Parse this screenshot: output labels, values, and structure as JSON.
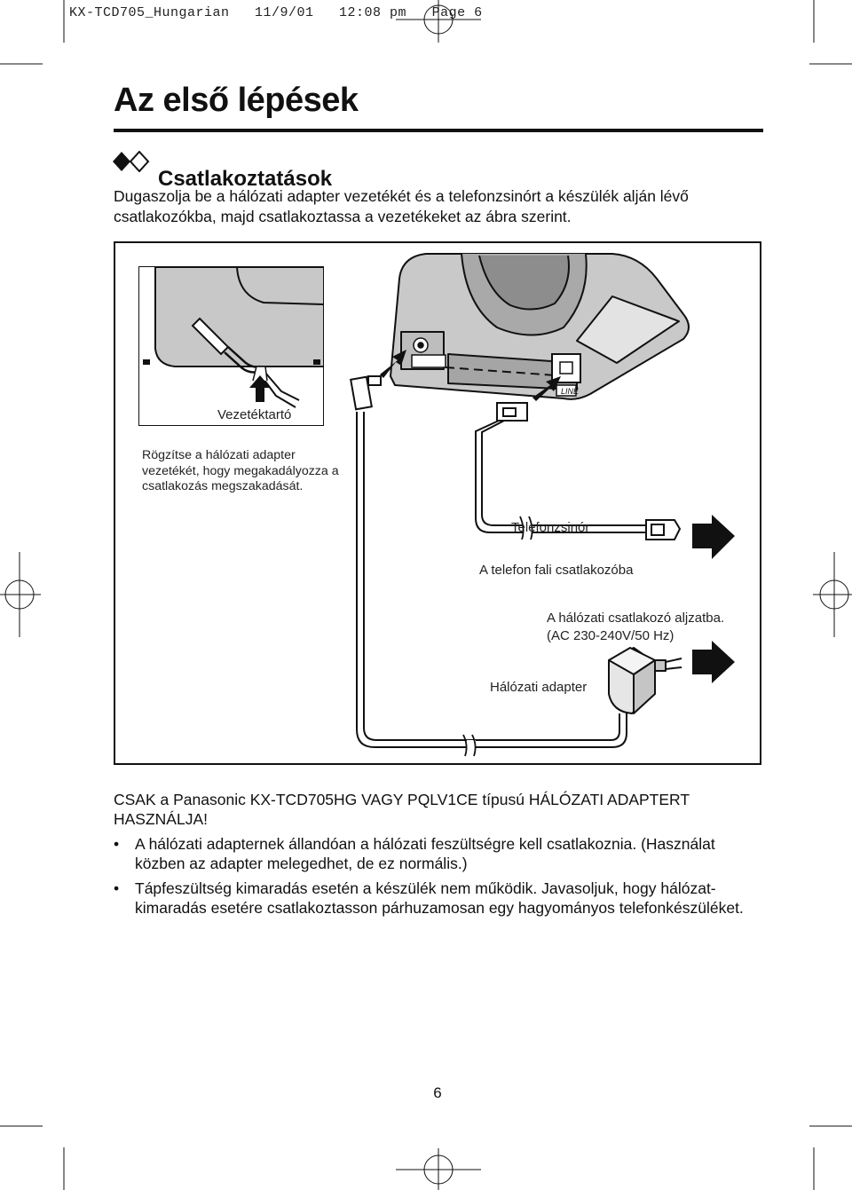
{
  "header": {
    "slug": "KX-TCD705_Hungarian   11/9/01   12:08 pm   Page 6"
  },
  "page": {
    "title": "Az első lépések",
    "number": "6"
  },
  "section": {
    "title": "Csatlakoztatások",
    "intro": "Dugaszolja be a hálózati adapter vezetékét és a telefonzsinórt a készülék alján lévő csatlakozókba, majd csatlakoztassa a vezetékeket az ábra szerint."
  },
  "figure": {
    "inset_label": "Vezetéktartó",
    "inset_text": "Rögzítse a hálózati adapter vezetékét, hogy megakadályozza a csatlakozás megszakadását.",
    "line_label": "LINE",
    "cord_label": "Telefonzsinór",
    "wall_jack_label": "A telefon fali csatlakozóba",
    "outlet_label": "A hálózati csatlakozó aljzatba.",
    "outlet_spec": "(AC 230-240V/50 Hz)",
    "adapter_label": "Hálózati adapter"
  },
  "notes": {
    "warning": "CSAK a Panasonic KX-TCD705HG VAGY PQLV1CE típusú HÁLÓZATI ADAPTERT HASZNÁLJA!",
    "bullet_symbol": "•",
    "items": [
      "A hálózati adapternek állandóan a hálózati feszültségre kell csatlakoznia. (Használat közben az adapter melegedhet, de ez normális.)",
      "Tápfeszültség kimaradás esetén a készülék nem működik. Javasoljuk, hogy hálózat-kimaradás esetére csatlakoztasson párhuzamosan egy hagyományos telefonkészüléket."
    ]
  }
}
